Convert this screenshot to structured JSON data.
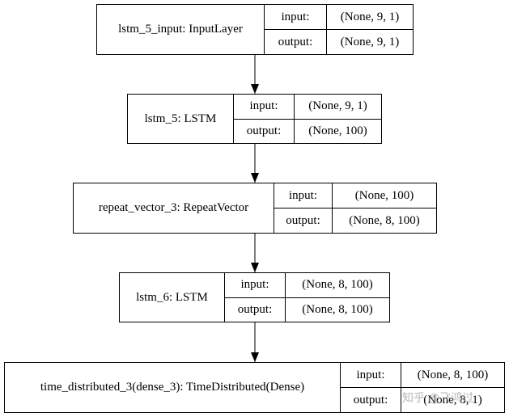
{
  "nodes": [
    {
      "name": "lstm_5_input: InputLayer",
      "input_label": "input:",
      "input_value": "(None, 9, 1)",
      "output_label": "output:",
      "output_value": "(None, 9, 1)"
    },
    {
      "name": "lstm_5: LSTM",
      "input_label": "input:",
      "input_value": "(None, 9, 1)",
      "output_label": "output:",
      "output_value": "(None, 100)"
    },
    {
      "name": "repeat_vector_3: RepeatVector",
      "input_label": "input:",
      "input_value": "(None, 100)",
      "output_label": "output:",
      "output_value": "(None, 8, 100)"
    },
    {
      "name": "lstm_6: LSTM",
      "input_label": "input:",
      "input_value": "(None, 8, 100)",
      "output_label": "output:",
      "output_value": "(None, 8, 100)"
    },
    {
      "name": "time_distributed_3(dense_3): TimeDistributed(Dense)",
      "input_label": "input:",
      "input_value": "(None, 8, 100)",
      "output_label": "output:",
      "output_value": "(None, 8, 1)"
    }
  ],
  "watermark": "知乎 @飞鸿过"
}
